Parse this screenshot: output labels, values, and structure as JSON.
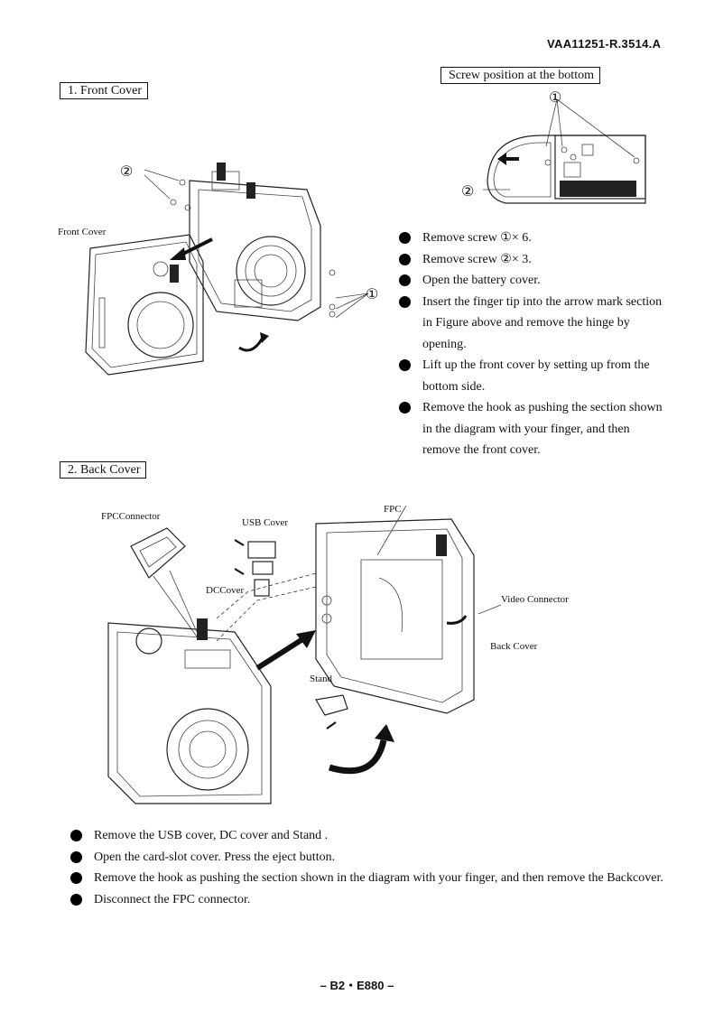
{
  "doc_id": "VAA11251-R.3514.A",
  "section1": {
    "title": "1.  Front Cover",
    "callout_title": "Screw position at the bottom",
    "label_front_cover": "Front Cover",
    "marker_1": "①",
    "marker_2": "②",
    "steps": [
      "Remove screw ①× 6.",
      "Remove screw ②× 3.",
      "Open the battery cover.",
      "Insert the finger tip into the arrow  mark section in Figure above and remove the hinge by opening.",
      "Lift up the front cover by setting up from the bottom side.",
      "Remove the hook as pushing the section shown in the diagram with your finger, and then remove the front cover."
    ]
  },
  "section2": {
    "title": "2.  Back Cover",
    "labels": {
      "fpc_connector": "FPCConnector",
      "usb_cover": "USB Cover",
      "dc_cover": "DCCover",
      "fpc": "FPC",
      "video_connector": "Video Connector",
      "back_cover": "Back Cover",
      "stand": "Stand"
    },
    "steps": [
      "Remove the USB cover, DC cover and Stand .",
      "Open the card-slot cover. Press the eject button.",
      "Remove the hook as pushing the section shown in the diagram with your finger, and then remove the Backcover.",
      "Disconnect the FPC connector."
    ]
  },
  "footer": "– B2・E880 –"
}
